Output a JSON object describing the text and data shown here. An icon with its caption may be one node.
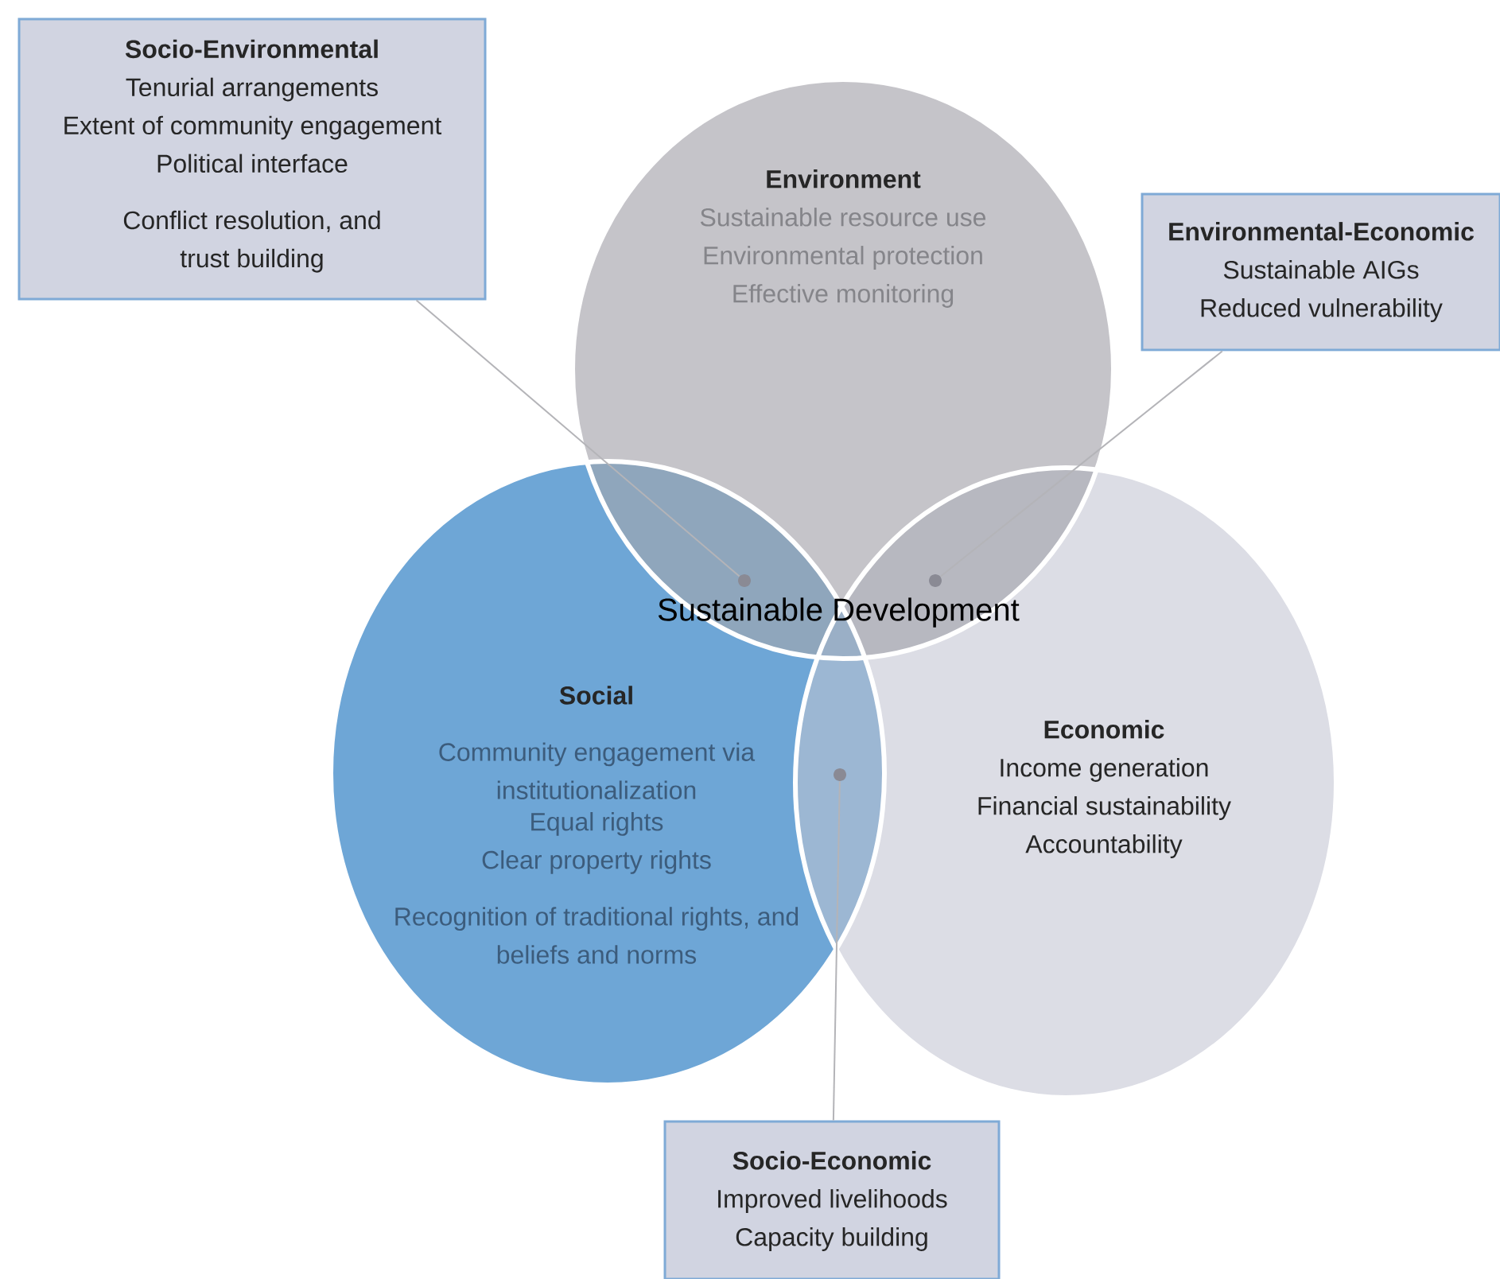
{
  "diagram": {
    "nodes": [
      {
        "text": [
          "Socio-Environmental",
          "Tenurial arrangements",
          "Extent of community engagement",
          "Political interface",
          "Conflict resolution, and trust building"
        ]
      },
      {
        "text": [
          "Environment",
          "Sustainable resource use",
          "Environmental protection",
          "Effective monitoring"
        ]
      },
      {
        "text": [
          "Environmental-Economic",
          "Sustainable AIGs",
          "Reduced vulnerability"
        ]
      },
      {
        "text": [],
        "shape": "circle"
      },
      {
        "text": [],
        "shape": "circle"
      },
      {
        "text": [
          "Social",
          "Community engagement via institutionalization",
          "Equal rights",
          "Clear property rights",
          "Recognition of traditional rights, and beliefs and norms"
        ]
      },
      {
        "text": [],
        "shape": "circle"
      },
      {
        "text": [
          "Economic",
          "Income generation",
          "Financial sustainability",
          "Accountability"
        ]
      },
      {
        "text": [
          "Socio-Economic",
          "Improved livelihoods",
          "Capacity building"
        ]
      }
    ],
    "edges": [
      {
        "from": 0,
        "to": 3,
        "arrow": "none"
      },
      {
        "from": 2,
        "to": 4,
        "arrow": "none"
      },
      {
        "from": 8,
        "to": 6,
        "arrow": "none"
      }
    ],
    "labels": [
      "Sustainable Development"
    ]
  }
}
